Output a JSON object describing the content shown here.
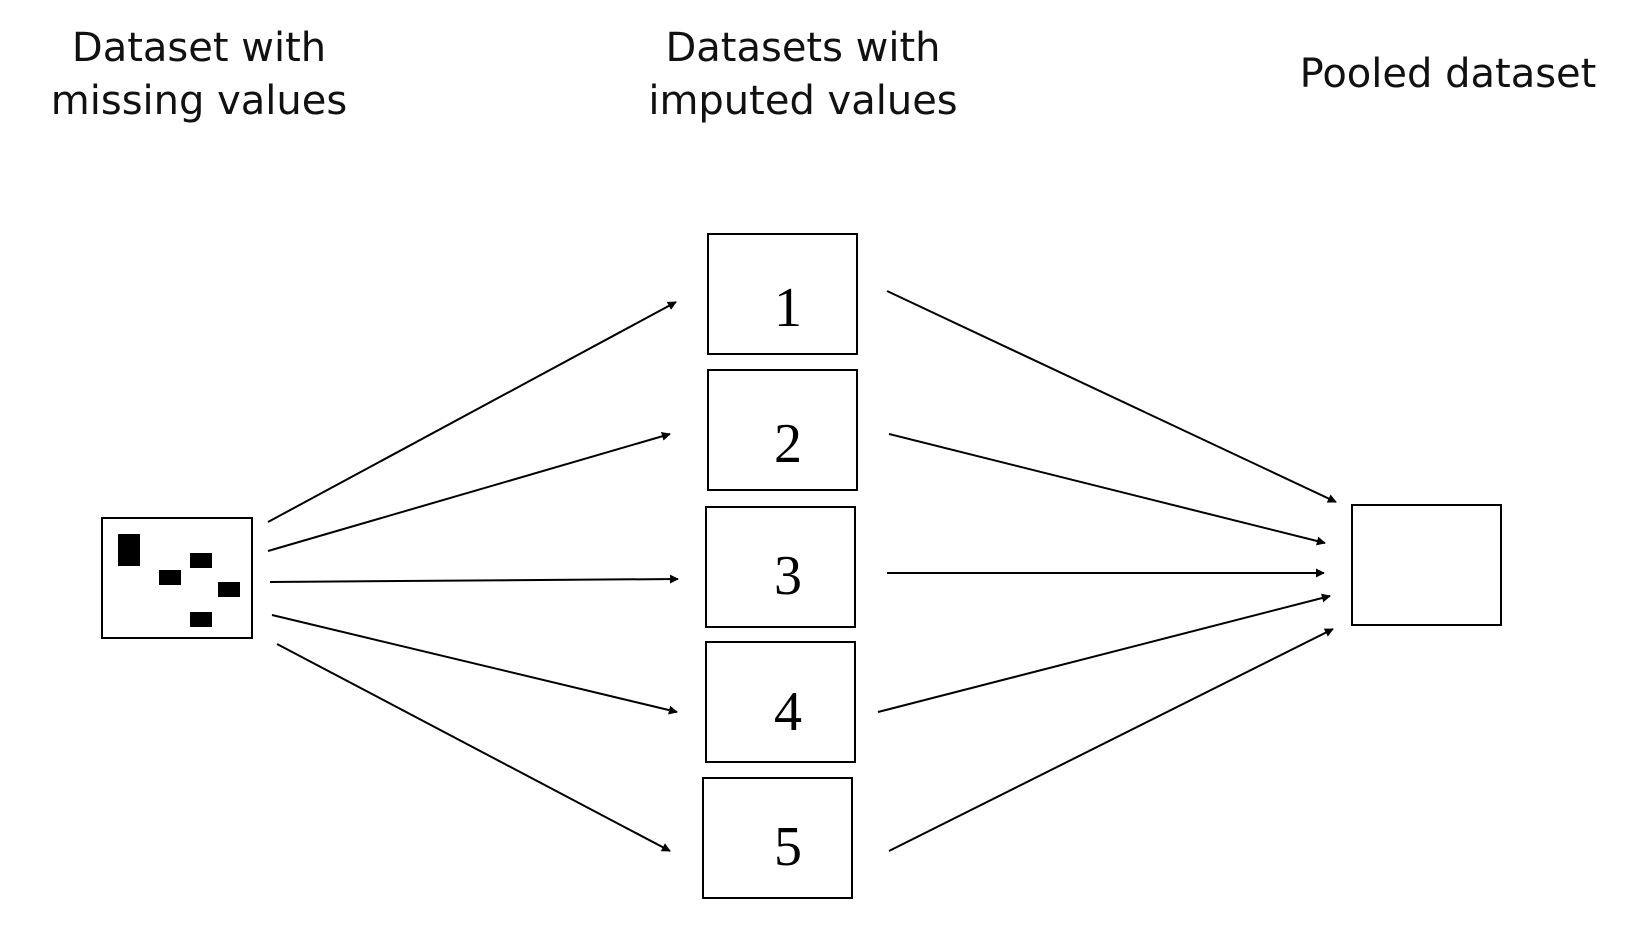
{
  "columns": {
    "missing": {
      "line1": "Dataset with",
      "line2": "missing values"
    },
    "imputed": {
      "line1": "Datasets with",
      "line2": "imputed values"
    },
    "pooled": {
      "label": "Pooled dataset"
    }
  },
  "imputations": [
    "1",
    "2",
    "3",
    "4",
    "5"
  ],
  "colors": {
    "stroke": "#000000",
    "background": "#ffffff"
  }
}
